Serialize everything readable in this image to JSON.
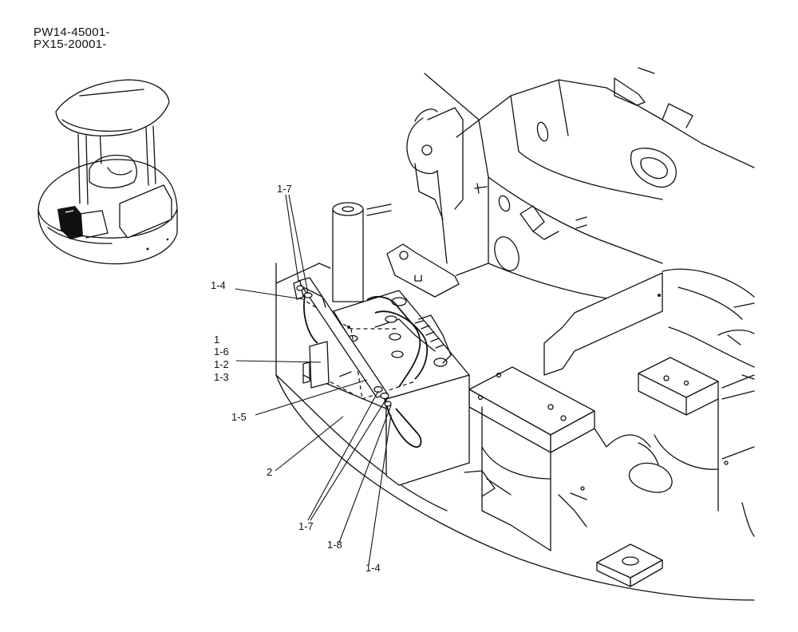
{
  "header": {
    "serial_1": "PW14-45001-",
    "serial_2": "PX15-20001-"
  },
  "callouts": {
    "c_1_7_top": "1-7",
    "c_1_4_top": "1-4",
    "c_1": "1",
    "c_1_6": "1-6",
    "c_1_2": "1-2",
    "c_1_3": "1-3",
    "c_1_5": "1-5",
    "c_2": "2",
    "c_1_7_bottom": "1-7",
    "c_1_8": "1-8",
    "c_1_4_bottom": "1-4"
  }
}
